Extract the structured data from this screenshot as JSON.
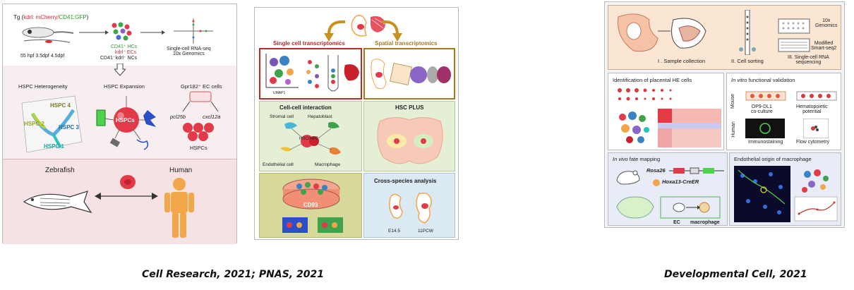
{
  "panel1": {
    "tg_prefix": "Tg (",
    "tg_kdrl": "kdrl: mCherry/",
    "tg_cd41": "CD41:GFP",
    "tg_suffix": ")",
    "timepoints": "55 hpf  3.5dpf  4.5dpf",
    "cd41_hcs": "CD41⁺ HCs",
    "kdrl_ecs": "kdrl⁺ ECs",
    "cd41_kdrl_ncs": "CD41⁻kdrl⁻ NCs",
    "scrnaseq_line1": "Single-cell RNA-seq",
    "scrnaseq_line2": "10x Genomics",
    "hspc_heterogeneity": "HSPC Heterogeneity",
    "hspc_expansion": "HSPC Expansion",
    "gpr182_ec": "Gpr182⁺ EC cells",
    "hspc4": "HSPC 4",
    "hspc2": "HSPC 2",
    "hspc3": "HSPC 3",
    "hspc1": "HSPC 1",
    "hspcs_center": "HSPCs",
    "pcl25b": "pcl25b",
    "cxcl12a": "cxcl12a",
    "hspcs_bottom": "HSPCs",
    "zebrafish": "Zebrafish",
    "human": "Human"
  },
  "panel2": {
    "single_cell": "Single cell transcriptomics",
    "spatial": "Spatial transcriptomics",
    "umap": "UMAP1",
    "cell_cell": "Cell-cell interaction",
    "stromal": "Stromal cell",
    "hepatoblast": "Hepatoblast",
    "hsc_hpc": "HSC/HPC",
    "endothelial": "Endothelial cell",
    "macrophage": "Macrophage",
    "hsc_plus": "HSC PLUS",
    "cd93": "CD93",
    "cross_species": "Cross-species analysis",
    "e145": "E14.5",
    "pcw": "11PCW"
  },
  "panel3": {
    "sample_collection": "I . Sample collection",
    "cell_sorting": "II. Cell sorting",
    "genomics_line1": "10x",
    "genomics_line2": "Genomics",
    "smart_line1": "Modified",
    "smart_line2": "Smart-seq2",
    "seq_line1": "III. Single-cell RNA",
    "seq_line2": "sequencing",
    "placental_he": "Identification of placental HE cells",
    "invitro_prefix": "In vitro",
    "invitro_suffix": " functional validation",
    "mouse": "Mouse",
    "human": "Human",
    "op9_line1": "OP9-DL1",
    "op9_line2": "co-culture",
    "hemato_line1": "Hematopoietic",
    "hemato_line2": "potential",
    "immunostaining": "Immunostaining",
    "flow": "Flow cytometry",
    "invivo_prefix": "In vivo",
    "invivo_suffix": " fate mapping",
    "rosa26": "Rosa26",
    "hoxa13": "Hoxa13-CreER",
    "ec": "EC",
    "macrophage_lbl": "macrophage",
    "endothelial_origin": "Endothelial origin of macrophage"
  },
  "captions": {
    "left": "Cell Research, 2021;  PNAS, 2021",
    "right": "Developmental Cell, 2021"
  },
  "colors": {
    "panel1_top": "#f4eff0",
    "panel1_bottom": "#f7e3e5",
    "red_header": "#c0262c",
    "gold_header": "#a7791e",
    "panel2_green": "#e5efd6",
    "panel2_blue": "#dbe9f3",
    "panel3_bg": "#f2f4f8"
  },
  "icons": [
    "zebrafish-icon",
    "human-figure-icon",
    "embryo-icon",
    "arrow-down-icon",
    "arrow-bidirectional-icon",
    "mouse-icon"
  ]
}
